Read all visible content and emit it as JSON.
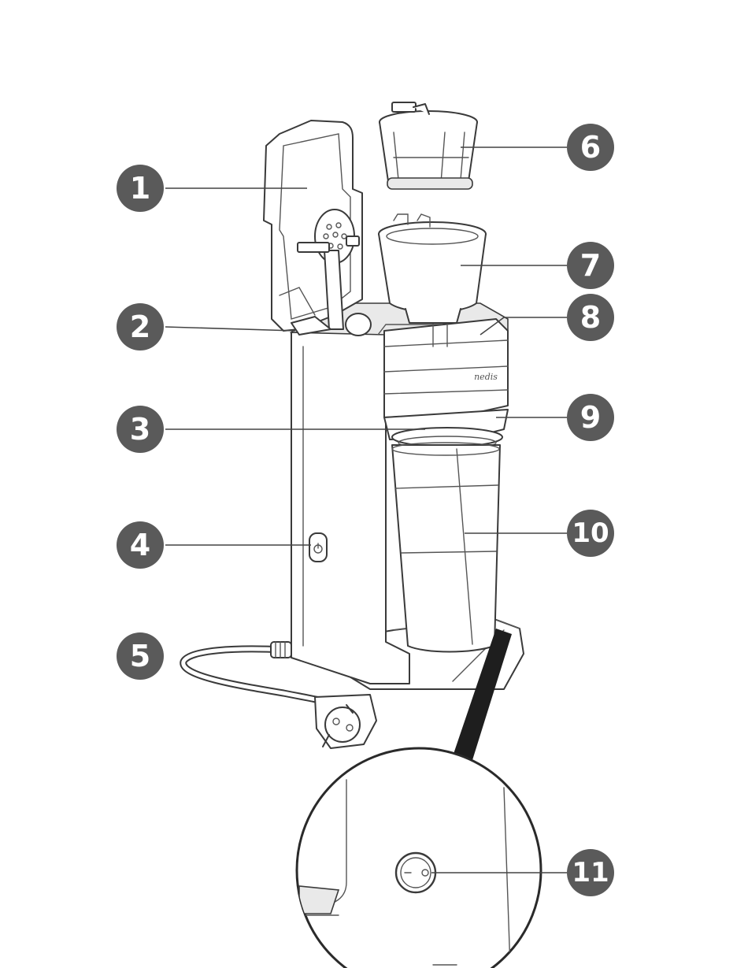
{
  "brand_mark": "nedis",
  "callouts": [
    {
      "number": "1",
      "part": "lid"
    },
    {
      "number": "2",
      "part": "hinge"
    },
    {
      "number": "3",
      "part": "drip-tray"
    },
    {
      "number": "4",
      "part": "power-button"
    },
    {
      "number": "5",
      "part": "power-cord"
    },
    {
      "number": "6",
      "part": "filter"
    },
    {
      "number": "7",
      "part": "filter-holder"
    },
    {
      "number": "8",
      "part": "water-tank"
    },
    {
      "number": "9",
      "part": "cup-lid"
    },
    {
      "number": "10",
      "part": "travel-mug"
    },
    {
      "number": "11",
      "part": "indicator-light"
    }
  ]
}
